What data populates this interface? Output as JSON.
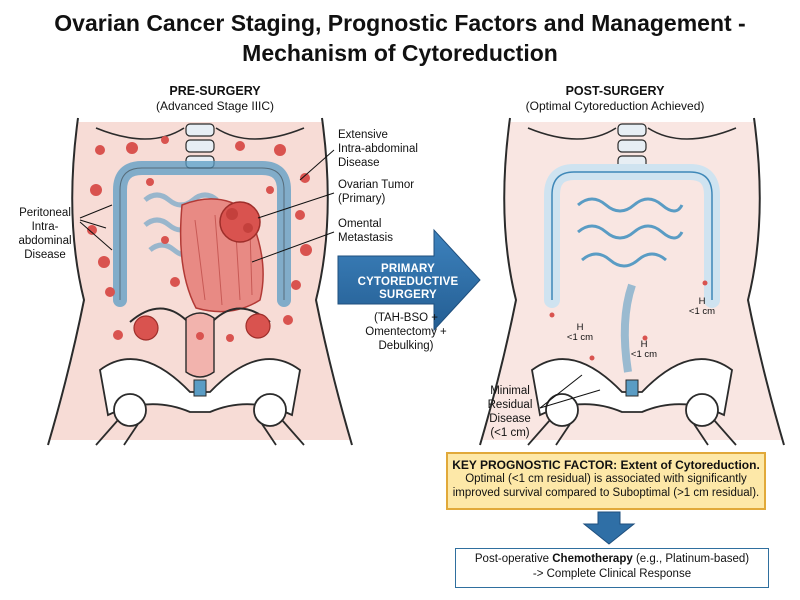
{
  "title_line1": "Ovarian Cancer Staging, Prognostic Factors and Management -",
  "title_line2": "Mechanism of Cytoreduction",
  "pre_surgery": {
    "heading": "PRE-SURGERY",
    "subheading": "(Advanced Stage IIIC)",
    "labels": {
      "peritoneal": [
        "Peritoneal",
        "Intra-",
        "abdominal",
        "Disease"
      ],
      "extensive": [
        "Extensive",
        "Intra-abdominal",
        "Disease"
      ],
      "ovarian": [
        "Ovarian Tumor",
        "(Primary)"
      ],
      "omental": [
        "Omental",
        "Metastasis"
      ]
    }
  },
  "procedure": {
    "title": [
      "PRIMARY",
      "CYTOREDUCTIVE",
      "SURGERY"
    ],
    "detail": [
      "(TAH-BSO +",
      "Omentectomy +",
      "Debulking)"
    ]
  },
  "post_surgery": {
    "heading": "POST-SURGERY",
    "subheading": "(Optimal Cytoreduction Achieved)",
    "residual_marks": [
      {
        "letter": "H",
        "size": "<1 cm"
      },
      {
        "letter": "H",
        "size": "<1 cm"
      },
      {
        "letter": "H",
        "size": "<1 cm"
      }
    ],
    "minimal_label": [
      "Minimal",
      "Residual",
      "Disease",
      "(<1 cm)"
    ]
  },
  "key_factor": {
    "heading": "KEY PROGNOSTIC FACTOR: Extent of Cytoreduction.",
    "line1": "Optimal (<1 cm residual) is associated with significantly",
    "line2": "improved survival compared to Suboptimal (>1 cm residual)."
  },
  "chemo": {
    "prefix": "Post-operative ",
    "bold": "Chemotherapy",
    "suffix": " (e.g., Platinum-based)",
    "line2": "-> Complete Clinical Response"
  },
  "colors": {
    "tumor": "#d9534f",
    "tissue": "#f7dcd6",
    "outline": "#2b2b2b",
    "bowel": "#5a9cc4",
    "arrow": "#2f6fa6",
    "key_fill": "#fde8a8",
    "key_border": "#e1a93a"
  }
}
